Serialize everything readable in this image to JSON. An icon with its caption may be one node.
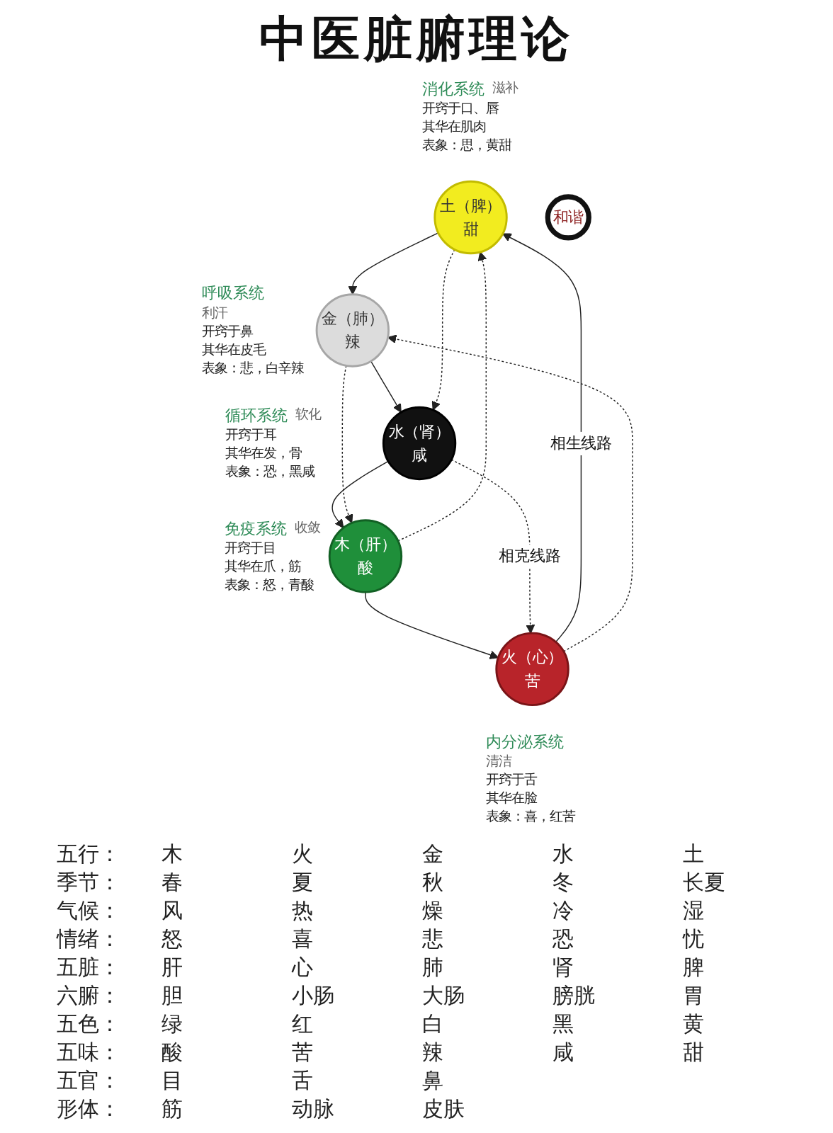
{
  "diagram": {
    "title": "中医脏腑理论",
    "nodes": [
      {
        "text": [
          "土（脾）",
          "甜"
        ],
        "beside": [
          "消化系统",
          "滋补",
          "开窍于口、唇",
          "其华在肌肉",
          "表象：思，黄甜"
        ]
      },
      {
        "text": [
          "火（心）",
          "苦"
        ],
        "beside": [
          "内分泌系统",
          "清洁",
          "开窍于舌",
          "其华在脸",
          "表象：喜，红苦"
        ]
      },
      {
        "text": [
          "金（肺）",
          "辣"
        ],
        "beside": [
          "呼吸系统",
          "利汗",
          "开窍于鼻",
          "其华在皮毛",
          "表象：悲，白辛辣"
        ]
      },
      {
        "text": [
          "和谐"
        ]
      },
      {
        "text": [
          "木（肝）",
          "酸"
        ],
        "beside": [
          "免疫系统",
          "收敛",
          "开窍于目",
          "其华在爪，筋",
          "表象：怒，青酸"
        ]
      },
      {
        "text": [
          "水（肾）",
          "咸"
        ],
        "beside": [
          "循环系统",
          "软化",
          "开窍于耳",
          "其华在发，骨",
          "表象：恐，黑咸"
        ]
      }
    ],
    "edges": [
      {
        "from": 1,
        "to": 0,
        "arrow": "to",
        "label": "相生线路"
      },
      {
        "from": 0,
        "to": 2,
        "arrow": "to"
      },
      {
        "from": 2,
        "to": 5,
        "arrow": "to"
      },
      {
        "from": 5,
        "to": 4,
        "arrow": "to"
      },
      {
        "from": 4,
        "to": 1,
        "arrow": "to"
      },
      {
        "from": 1,
        "to": 2,
        "arrow": "to",
        "style": "dashed"
      },
      {
        "from": 0,
        "to": 5,
        "arrow": "to",
        "style": "dashed"
      },
      {
        "from": 2,
        "to": 4,
        "arrow": "to",
        "style": "dashed"
      },
      {
        "from": 5,
        "to": 1,
        "arrow": "to",
        "style": "dashed",
        "label": "相克线路"
      },
      {
        "from": 4,
        "to": 0,
        "arrow": "to",
        "style": "dashed"
      }
    ],
    "labels": [
      "五行：",
      "木",
      "火",
      "金",
      "水",
      "土",
      "季节：",
      "春",
      "夏",
      "秋",
      "冬",
      "长夏",
      "气候：",
      "风",
      "热",
      "燥",
      "冷",
      "湿",
      "情绪：",
      "怒",
      "喜",
      "悲",
      "恐",
      "忧",
      "五脏：",
      "肝",
      "心",
      "肺",
      "肾",
      "脾",
      "六腑：",
      "胆",
      "小肠",
      "大肠",
      "膀胱",
      "胃",
      "五色：",
      "绿",
      "红",
      "白",
      "黑",
      "黄",
      "五味：",
      "酸",
      "苦",
      "辣",
      "咸",
      "甜",
      "五官：",
      "目",
      "舌",
      "鼻",
      "形体：",
      "筋",
      "动脉",
      "皮肤"
    ]
  }
}
